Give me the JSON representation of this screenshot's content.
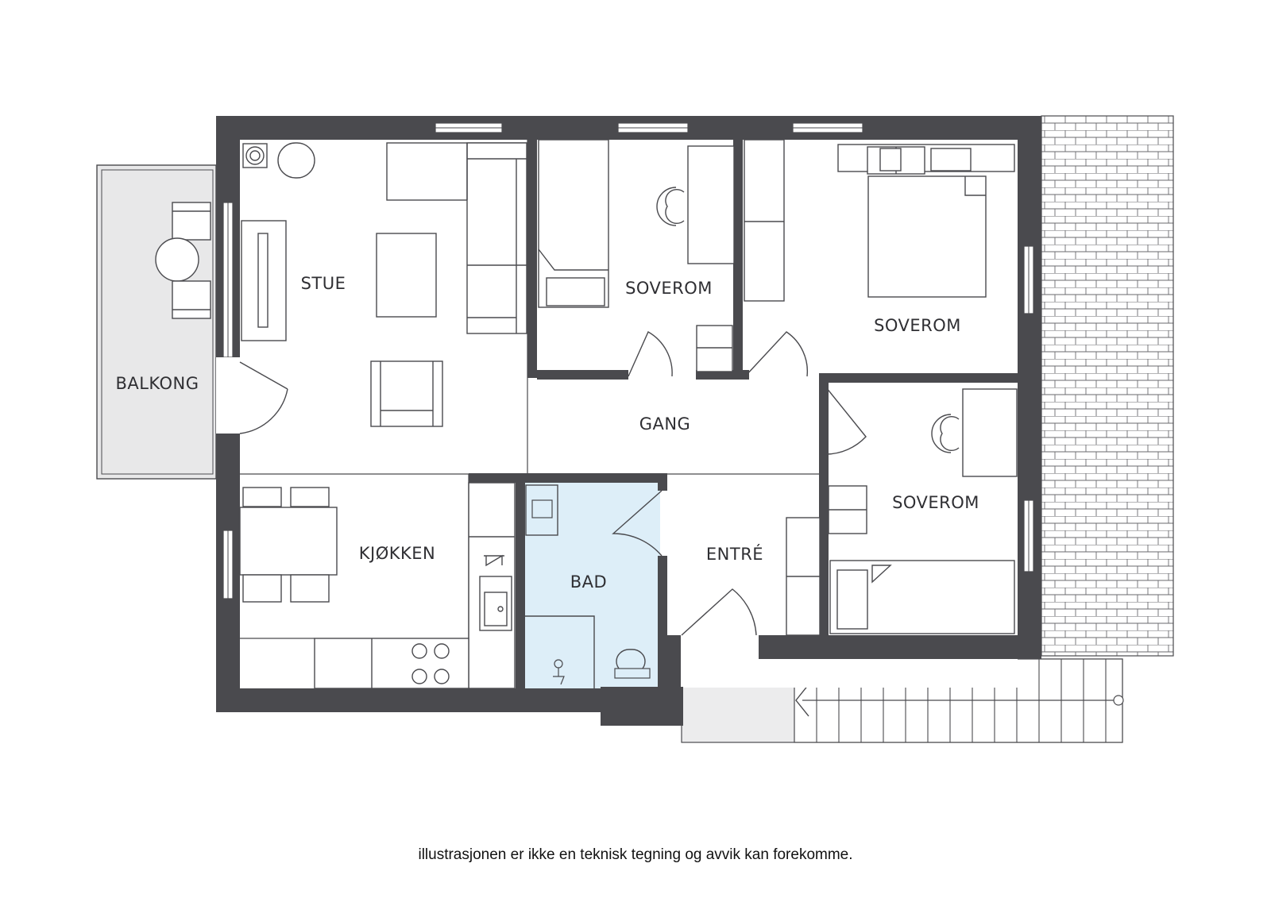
{
  "plan": {
    "colors": {
      "wall": "#4a4a4e",
      "bathroom": "#ddeef8",
      "balcony": "#e8e8e9",
      "floor": "#ffffff"
    },
    "rooms": {
      "stue": "STUE",
      "balkong": "BALKONG",
      "soverom_1": "SOVEROM",
      "soverom_2": "SOVEROM",
      "soverom_3": "SOVEROM",
      "gang": "GANG",
      "kjokken": "KJØKKEN",
      "bad": "BAD",
      "entre": "ENTRÉ"
    }
  },
  "disclaimer": "illustrasjonen er ikke en teknisk tegning og avvik kan forekomme."
}
